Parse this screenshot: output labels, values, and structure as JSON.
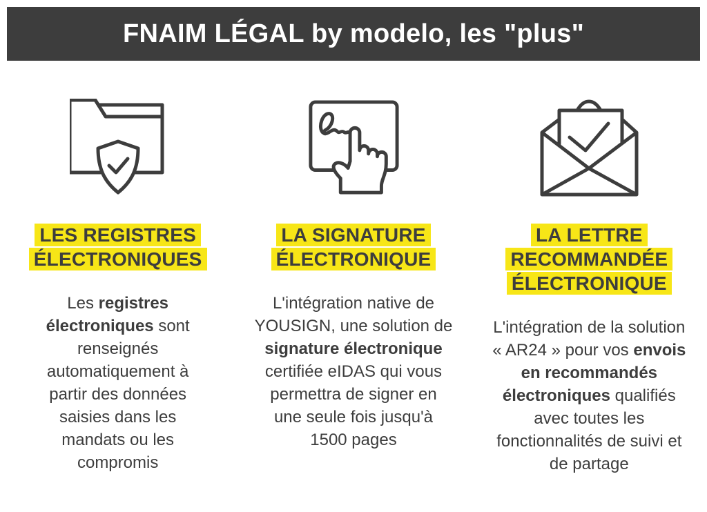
{
  "header": {
    "title": "FNAIM LÉGAL by modelo, les \"plus\""
  },
  "colors": {
    "banner_bg": "#3d3d3d",
    "banner_text": "#ffffff",
    "highlight_yellow": "#f7e617",
    "body_text": "#3d3d3d",
    "icon_stroke": "#3d3d3d"
  },
  "columns": [
    {
      "icon": "folder-shield-check-icon",
      "heading": "LES REGISTRES\nÉLECTRONIQUES",
      "body": [
        {
          "t": "Les "
        },
        {
          "t": "registres électroniques",
          "b": true
        },
        {
          "t": " sont renseignés automatiquement à partir des données saisies dans les mandats ou les compromis"
        }
      ]
    },
    {
      "icon": "signature-touch-icon",
      "heading": "LA SIGNATURE\nÉLECTRONIQUE",
      "body": [
        {
          "t": "L'intégration native de YOUSIGN, une solution de "
        },
        {
          "t": "signature électronique",
          "b": true
        },
        {
          "t": " certifiée eIDAS qui vous permettra de signer en une seule fois jusqu'à 1500 pages"
        }
      ]
    },
    {
      "icon": "registered-letter-check-icon",
      "heading": "LA LETTRE\nRECOMMANDÉE\nÉLECTRONIQUE",
      "body": [
        {
          "t": "L'intégration de la solution « AR24 » pour vos "
        },
        {
          "t": "envois en recommandés électroniques",
          "b": true
        },
        {
          "t": " qualifiés avec toutes les fonctionnalités de suivi et de partage"
        }
      ]
    }
  ]
}
